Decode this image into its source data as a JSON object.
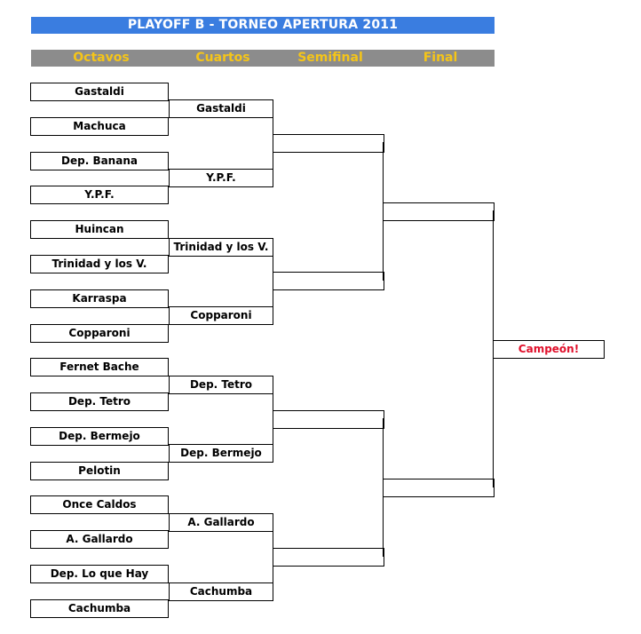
{
  "title": "PLAYOFF B - TORNEO APERTURA 2011",
  "rounds": [
    "Octavos",
    "Cuartos",
    "Semifinal",
    "Final"
  ],
  "octavos": [
    "Gastaldi",
    "Machuca",
    "Dep. Banana",
    "Y.P.F.",
    "Huincan",
    "Trinidad y los V.",
    "Karraspa",
    "Copparoni",
    "Fernet Bache",
    "Dep. Tetro",
    "Dep. Bermejo",
    "Pelotin",
    "Once Caldos",
    "A. Gallardo",
    "Dep. Lo que Hay",
    "Cachumba"
  ],
  "cuartos": [
    "Gastaldi",
    "Y.P.F.",
    "Trinidad y los V.",
    "Copparoni",
    "Dep. Tetro",
    "Dep. Bermejo",
    "A. Gallardo",
    "Cachumba"
  ],
  "semifinal": [
    "",
    "",
    "",
    ""
  ],
  "final": [
    "",
    ""
  ],
  "champion": "Campeón!"
}
